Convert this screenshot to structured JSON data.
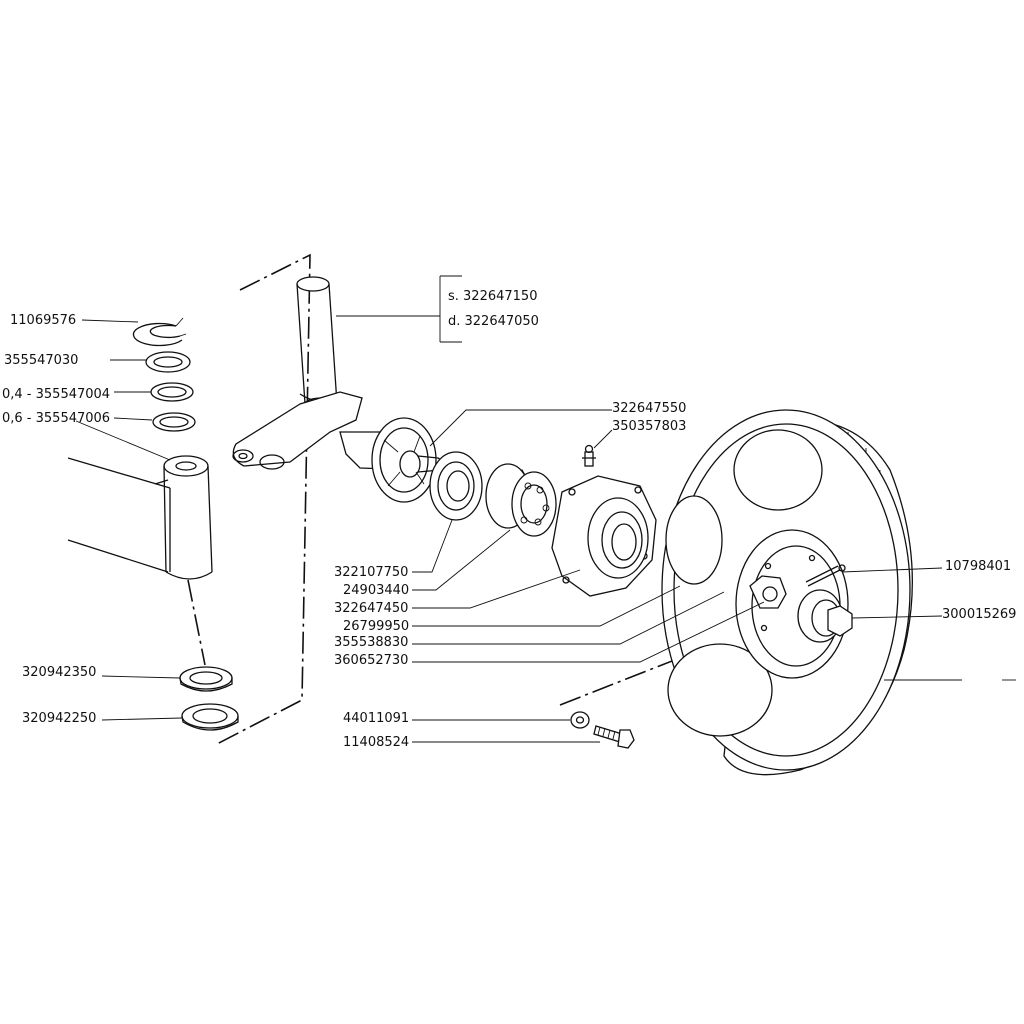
{
  "labels": {
    "p11069576": "11069576",
    "p355547030": "355547030",
    "p355547004": "0,4 - 355547004",
    "p355547006": "0,6 - 355547006",
    "p320942350": "320942350",
    "p320942250": "320942250",
    "p322647150": "s. 322647150",
    "p322647050": "d. 322647050",
    "p322647550": "322647550",
    "p350357803": "350357803",
    "p322107750": "322107750",
    "p24903440": "24903440",
    "p322647450": "322647450",
    "p26799950": "26799950",
    "p355538830": "355538830",
    "p360652730": "360652730",
    "p44011091": "44011091",
    "p11408524": "11408524",
    "p10798401": "10798401",
    "p300015269": "300015269"
  }
}
